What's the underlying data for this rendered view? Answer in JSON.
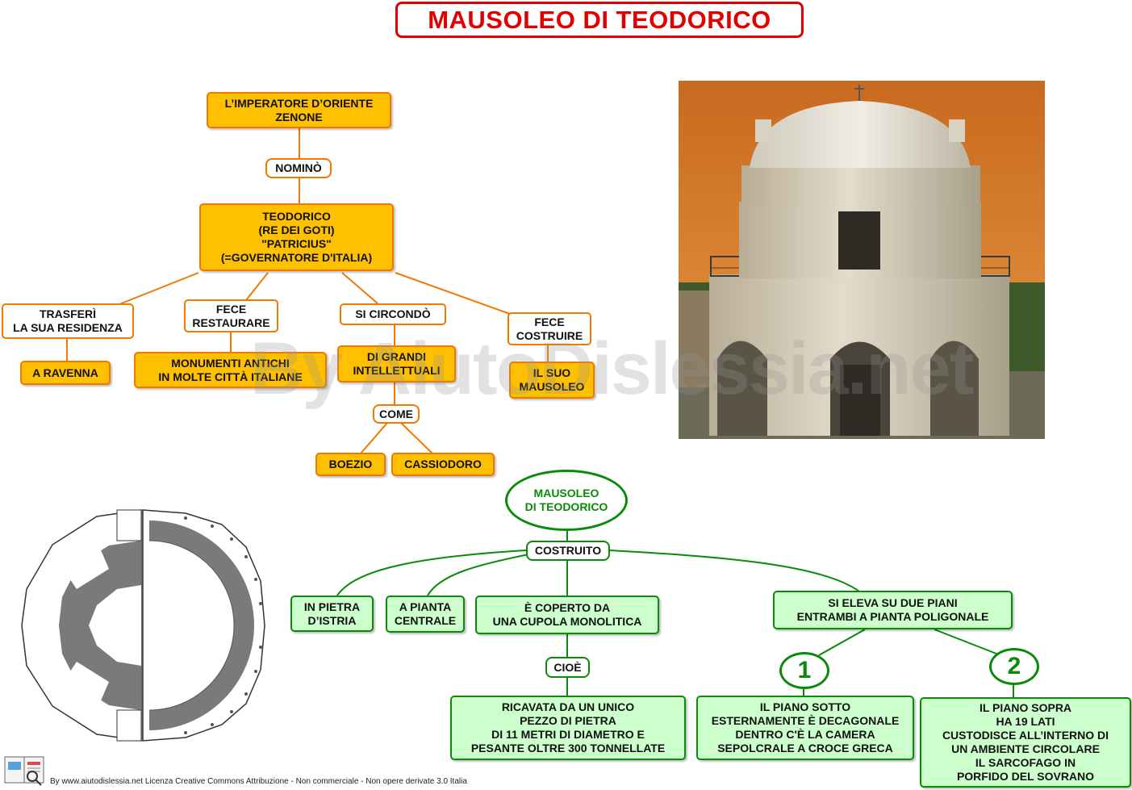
{
  "title": "MAUSOLEO DI TEODORICO",
  "watermark": "By AiutoDislessia.net",
  "credits": "By www.aiutodislessia.net Licenza Creative Commons Attribuzione - Non commerciale - Non opere derivate 3.0 Italia",
  "top_map": {
    "imperatore": "L’IMPERATORE D’ORIENTE\nZENONE",
    "nomino": "NOMINÒ",
    "teodorico": "TEODORICO\n(RE DEI GOTI)\n\"PATRICIUS\"\n(=GOVERNATORE D'ITALIA)",
    "trasferi": "TRASFERÌ\nLA SUA RESIDENZA",
    "ravenna": "A RAVENNA",
    "fece_restaurare": "FECE\nRESTAURARE",
    "monumenti": "MONUMENTI  ANTICHI\nIN  MOLTE CITTÀ ITALIANE",
    "si_circondo": "SI  CIRCONDÒ",
    "intellettuali": "DI  GRANDI\nINTELLETTUALI",
    "come": "COME",
    "boezio": "BOEZIO",
    "cassiodoro": "CASSIODORO",
    "fece_costruire": "FECE\nCOSTRUIRE",
    "mausoleo": "IL SUO\nMAUSOLEO"
  },
  "bottom_map": {
    "root": "MAUSOLEO\nDI TEODORICO",
    "costruito": "COSTRUITO",
    "pietra": "IN PIETRA\nD’ISTRIA",
    "pianta": "A PIANTA\nCENTRALE",
    "cupola": "È COPERTO DA\nUNA CUPOLA MONOLITICA",
    "cioe": "CIOÈ",
    "ricavata": "RICAVATA DA UN UNICO\nPEZZO DI PIETRA\nDI 11 METRI DI DIAMETRO E\nPESANTE OLTRE 300 TONNELLATE",
    "due_piani": "SI ELEVA SU DUE PIANI\nENTRAMBI A PIANTA POLIGONALE",
    "num1": "1",
    "num2": "2",
    "piano_sotto": "IL PIANO SOTTO\nESTERNAMENTE È DECAGONALE\nDENTRO C'È  LA  CAMERA\nSEPOLCRALE  A CROCE GRECA",
    "piano_sopra": "IL PIANO SOPRA\nHA 19 LATI\nCUSTODISCE ALL’INTERNO DI\nUN AMBIENTE CIRCOLARE\nIL SARCOFAGO IN\nPORFIDO DEL SOVRANO"
  },
  "colors": {
    "title_red": "#e00000",
    "orange_fill": "#ffc000",
    "orange_line": "#f07800",
    "green_fill": "#ccffcc",
    "green_line": "#0a8a0a"
  }
}
